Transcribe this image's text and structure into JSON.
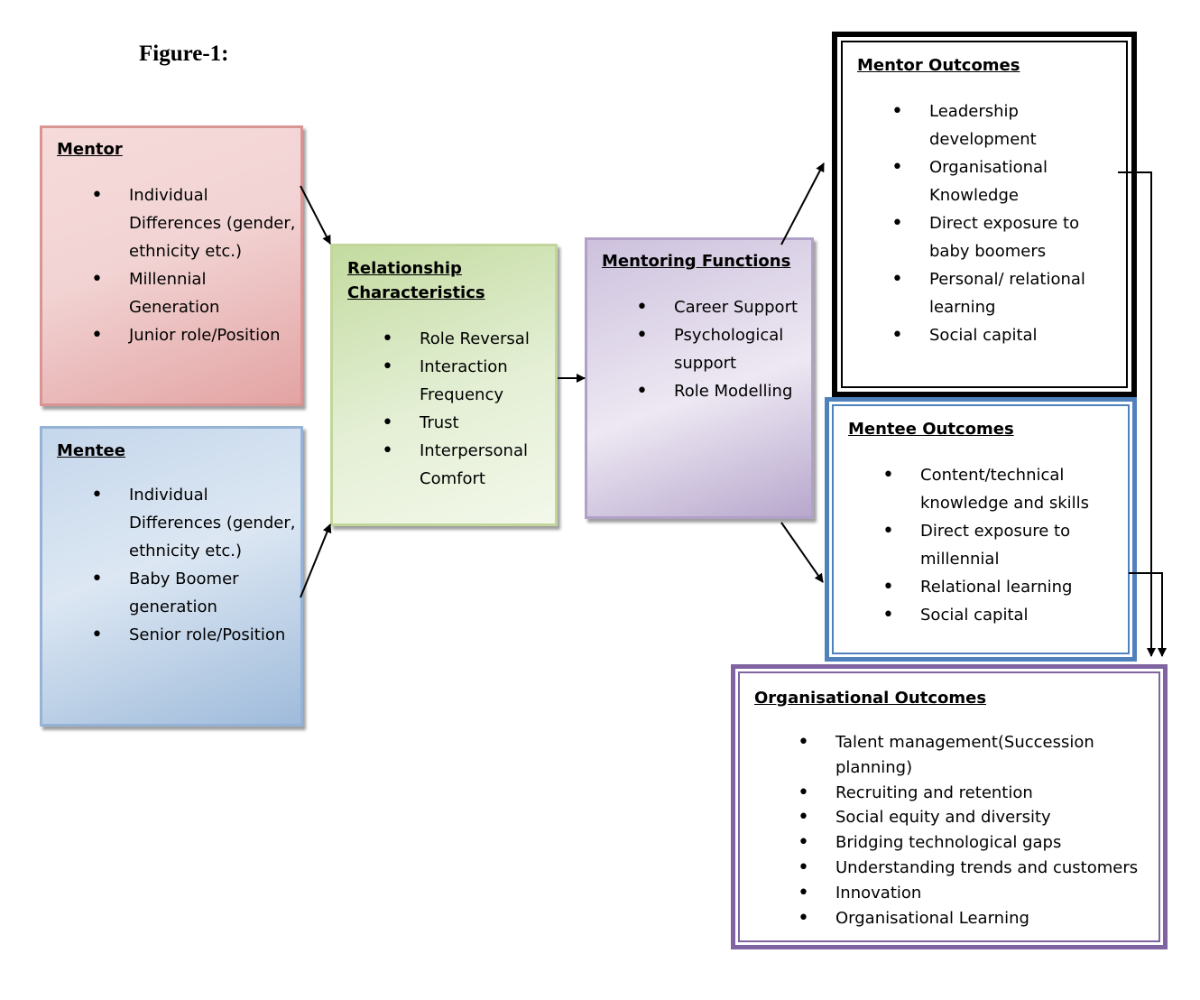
{
  "figure_label": "Figure-1:",
  "mentor": {
    "title": "Mentor",
    "items": [
      "Individual Differences (gender, ethnicity etc.)",
      "Millennial Generation",
      "Junior role/Position"
    ]
  },
  "mentee": {
    "title": "Mentee",
    "items": [
      "Individual Differences (gender, ethnicity etc.)",
      "Baby Boomer generation",
      "Senior role/Position"
    ]
  },
  "relationship": {
    "title": "Relationship Characteristics",
    "items": [
      "Role Reversal",
      "Interaction Frequency",
      "Trust",
      "Interpersonal Comfort"
    ]
  },
  "functions": {
    "title": "Mentoring Functions",
    "items": [
      "Career Support",
      "Psychological support",
      "Role Modelling"
    ]
  },
  "mentor_outcomes": {
    "title": "Mentor Outcomes",
    "items": [
      "Leadership development",
      "Organisational Knowledge",
      "Direct exposure to baby boomers",
      "Personal/ relational learning",
      "Social capital"
    ]
  },
  "mentee_outcomes": {
    "title": "Mentee Outcomes",
    "items": [
      "Content/technical knowledge and skills",
      "Direct exposure to millennial",
      "Relational learning",
      "Social capital"
    ]
  },
  "org_outcomes": {
    "title": "Organisational Outcomes",
    "items": [
      "Talent management(Succession planning)",
      "Recruiting and retention",
      "Social equity and diversity",
      "Bridging technological gaps",
      "Understanding trends and customers",
      "Innovation",
      "Organisational Learning"
    ]
  }
}
